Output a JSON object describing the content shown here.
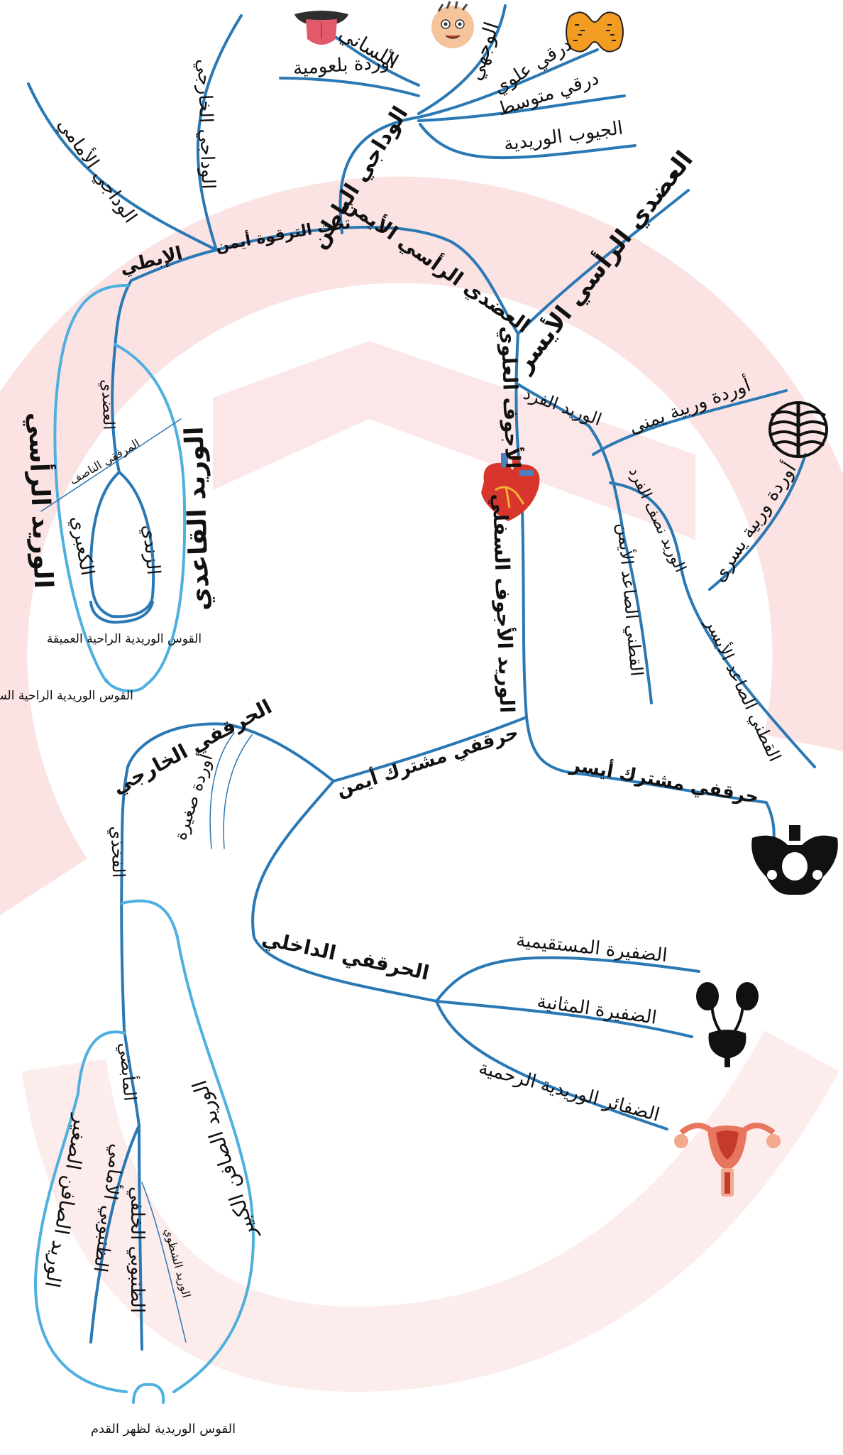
{
  "colors": {
    "dark_blue": "#2a78b4",
    "light_blue": "#4fb0e0",
    "watermark": "#fbe3e3",
    "text": "#111111"
  },
  "labels": {
    "lingual": "اللساني",
    "facial": "الوجهي",
    "superior_thyroid": "درقي علوي",
    "middle_thyroid": "درقي متوسط",
    "venous_sinuses": "الجيوب الوريدية",
    "pharyngeal_veins": "أوردة بلعومية",
    "internal_jugular": "الوداجي الباطن",
    "external_jugular": "الوداجي الخارجي",
    "anterior_jugular": "الوداجي الأمامي",
    "right_subclavian": "تحت الترقوة أيمن",
    "right_brachiocephalic": "العضدي الرأسي الأيمن",
    "left_brachiocephalic": "العضدي الرأسي الأيسر",
    "axillary": "الإبطي",
    "brachial": "العضدي",
    "median_cubital": "المرفقي الناصف",
    "cephalic": "الوريد الرأسي",
    "basilic": "الوريد القاعدي",
    "ulnar": "الزندي",
    "radial": "الكعبري",
    "deep_palmar_arch": "القوس الوريدية الراحية العميقة",
    "superficial_palmar_arch": "القوس الوريدية الراحية السطحية",
    "superior_vena_cava": "الأجوف العلوي",
    "azygos": "الوريد الفرد",
    "right_intercostal": "أوردة وربية يمنى",
    "left_intercostal": "أوردة وربية يسرى",
    "hemiazygos": "الوريد نصف الفرد",
    "right_ascending_lumbar": "القطني الصاعد الأيمن",
    "left_ascending_lumbar": "القطني الصاعد الأيسر",
    "inferior_vena_cava": "الوريد الأجوف السفلي",
    "right_common_iliac": "حرقفي مشترك أيمن",
    "left_common_iliac": "حرقفي مشترك أيسر",
    "external_iliac": "الحرقفي الخارجي",
    "small_veins": "أوردة صغيرة",
    "internal_iliac": "الحرقفي الداخلي",
    "rectal_plexus": "الضفيرة المستقيمية",
    "vesical_plexus": "الضفيرة المثانية",
    "uterine_plexus": "الضفائر الوريدية الرحمية",
    "femoral": "الفخذي",
    "popliteal": "المأبضي",
    "great_saphenous": "الوريد الصافن الكبير",
    "small_saphenous": "الوريد الصافن الصغير",
    "anterior_tibial": "الظنبوبي الأمامي",
    "posterior_tibial": "الظنبوبي الخلفي",
    "fibular": "الوريد الشظوي",
    "dorsal_foot_arch": "القوس الوريدية لظهر القدم"
  },
  "icons": [
    "tongue-icon",
    "face-icon",
    "thyroid-icon",
    "heart-icon",
    "ribcage-icon",
    "pelvis-icon",
    "urinary-bladder-icon",
    "uterus-icon",
    "watermark-logo"
  ]
}
